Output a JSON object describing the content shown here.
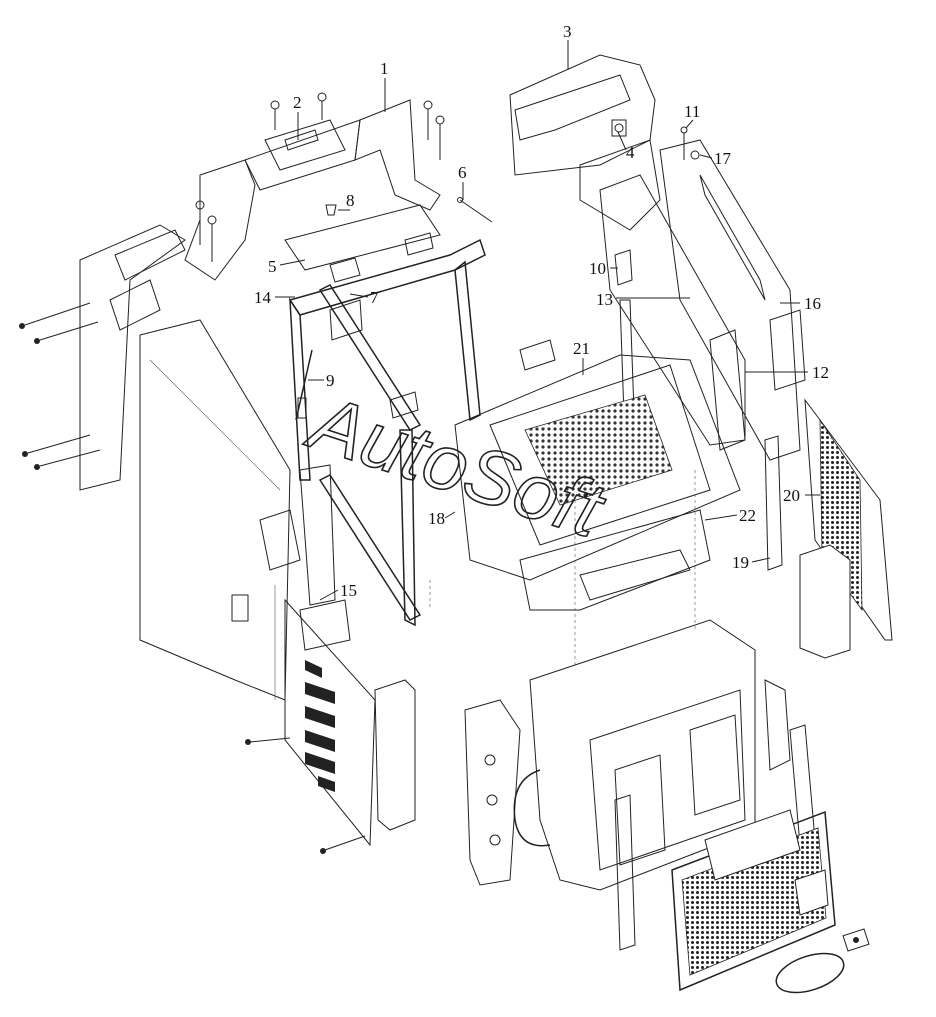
{
  "diagram": {
    "watermark": "AutoSoft",
    "callouts": [
      {
        "id": "1",
        "label": "1"
      },
      {
        "id": "2",
        "label": "2"
      },
      {
        "id": "3",
        "label": "3"
      },
      {
        "id": "4",
        "label": "4"
      },
      {
        "id": "5",
        "label": "5"
      },
      {
        "id": "6",
        "label": "6"
      },
      {
        "id": "7",
        "label": "7"
      },
      {
        "id": "8",
        "label": "8"
      },
      {
        "id": "9",
        "label": "9"
      },
      {
        "id": "10",
        "label": "10"
      },
      {
        "id": "11",
        "label": "11"
      },
      {
        "id": "12",
        "label": "12"
      },
      {
        "id": "13",
        "label": "13"
      },
      {
        "id": "14",
        "label": "14"
      },
      {
        "id": "15",
        "label": "15"
      },
      {
        "id": "16",
        "label": "16"
      },
      {
        "id": "17",
        "label": "17"
      },
      {
        "id": "18",
        "label": "18"
      },
      {
        "id": "19",
        "label": "19"
      },
      {
        "id": "20",
        "label": "20"
      },
      {
        "id": "21",
        "label": "21"
      },
      {
        "id": "22",
        "label": "22"
      }
    ]
  }
}
